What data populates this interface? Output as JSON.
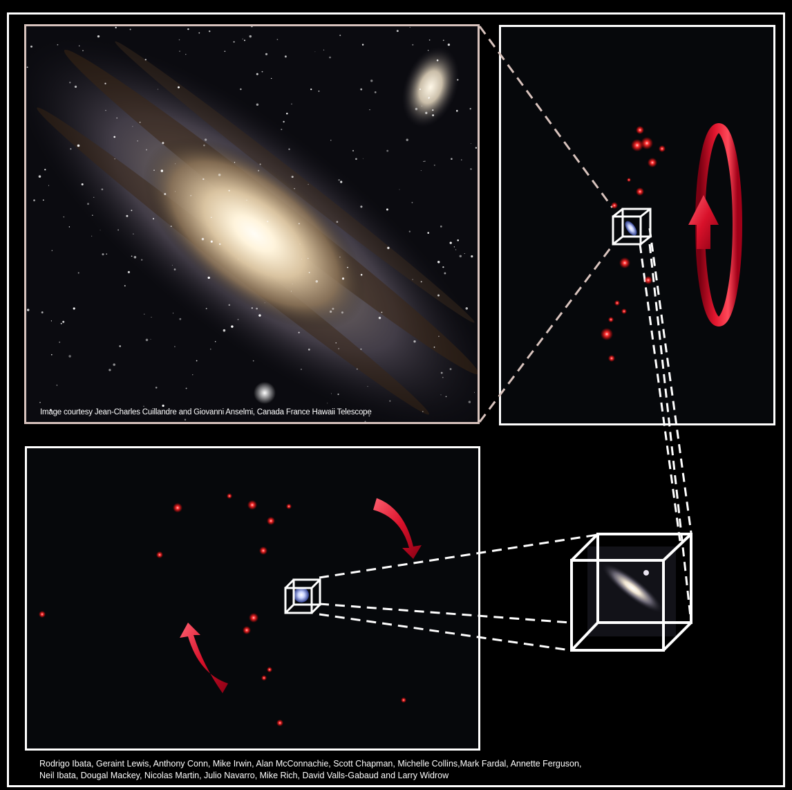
{
  "photo_credit": "Image courtesy Jean-Charles Cuillandre and Giovanni Anselmi, Canada France Hawaii Telescope",
  "authors": {
    "line1": "Rodrigo Ibata, Geraint Lewis, Anthony Conn, Mike Irwin, Alan McConnachie, Scott Chapman, Michelle Collins,Mark Fardal, Annette Ferguson,",
    "line2": "Neil Ibata, Dougal Mackey, Nicolas Martin, Julio Navarro, Mike Rich, David Valls-Gabaud and Larry Widrow"
  },
  "colors": {
    "background": "#000000",
    "frame": "#ffffff",
    "dwarf_galaxy_dots": "#ff2a2a",
    "rotation_arrow": "#d9142a",
    "photo_border": "#d8c3bd"
  },
  "icons": {
    "rotation_arrow": "red-curved-arrow-icon",
    "cube": "wireframe-cube-icon"
  }
}
